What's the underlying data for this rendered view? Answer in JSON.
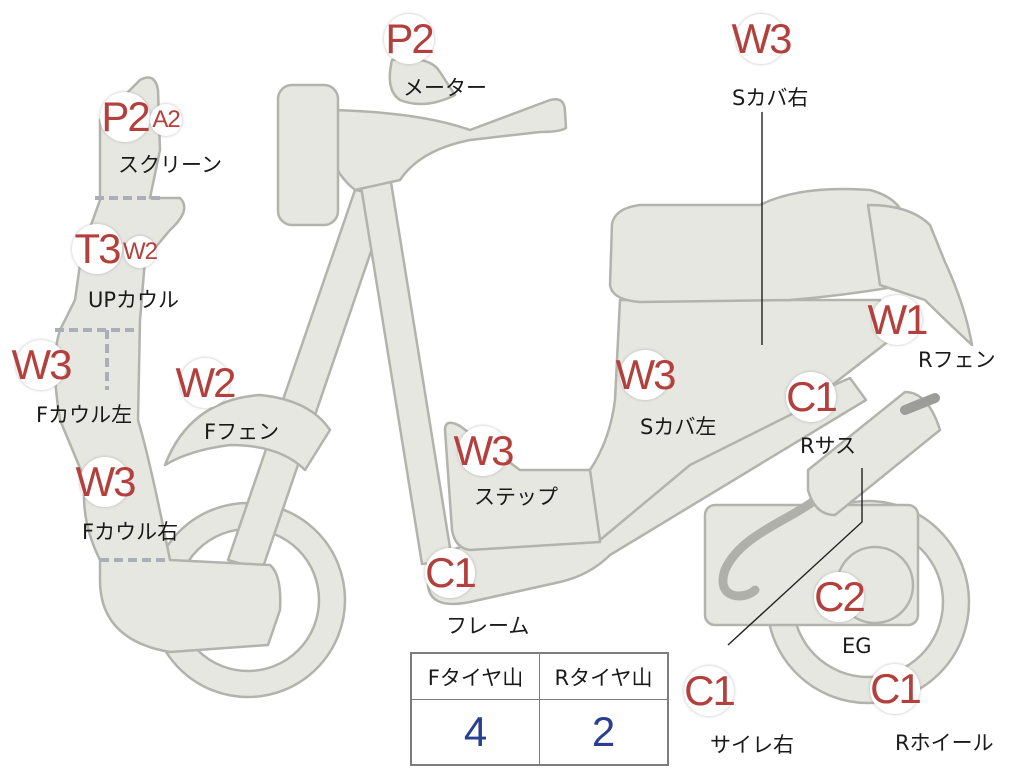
{
  "colors": {
    "grade_text": "#b3403c",
    "part_fill": "#e7e7e2",
    "part_outline": "#b3b3ad",
    "table_value": "#2a3f8f"
  },
  "grades": {
    "meter": "P2",
    "seat_cover_right": "W3",
    "screen": "P2",
    "screen_secondary": "A2",
    "upper_cowl": "T3",
    "upper_cowl_secondary": "W2",
    "front_cowl_left": "W3",
    "front_fender": "W2",
    "front_cowl_right": "W3",
    "step": "W3",
    "seat_cover_left": "W3",
    "rear_fender": "W1",
    "rear_suspension": "C1",
    "frame": "C1",
    "engine": "C2",
    "muffler_right": "C1",
    "rear_wheel": "C1"
  },
  "labels": {
    "meter": "メーター",
    "seat_cover_right": "Sカバ右",
    "screen": "スクリーン",
    "upper_cowl": "UPカウル",
    "front_cowl_left": "Fカウル左",
    "front_fender": "Fフェン",
    "front_cowl_right": "Fカウル右",
    "step": "ステップ",
    "seat_cover_left": "Sカバ左",
    "rear_fender": "Rフェン",
    "rear_suspension": "Rサス",
    "frame": "フレーム",
    "engine": "EG",
    "muffler_right": "サイレ右",
    "rear_wheel": "Rホイール"
  },
  "tire_table": {
    "headers": [
      "Fタイヤ山",
      "Rタイヤ山"
    ],
    "values": [
      "4",
      "2"
    ]
  }
}
